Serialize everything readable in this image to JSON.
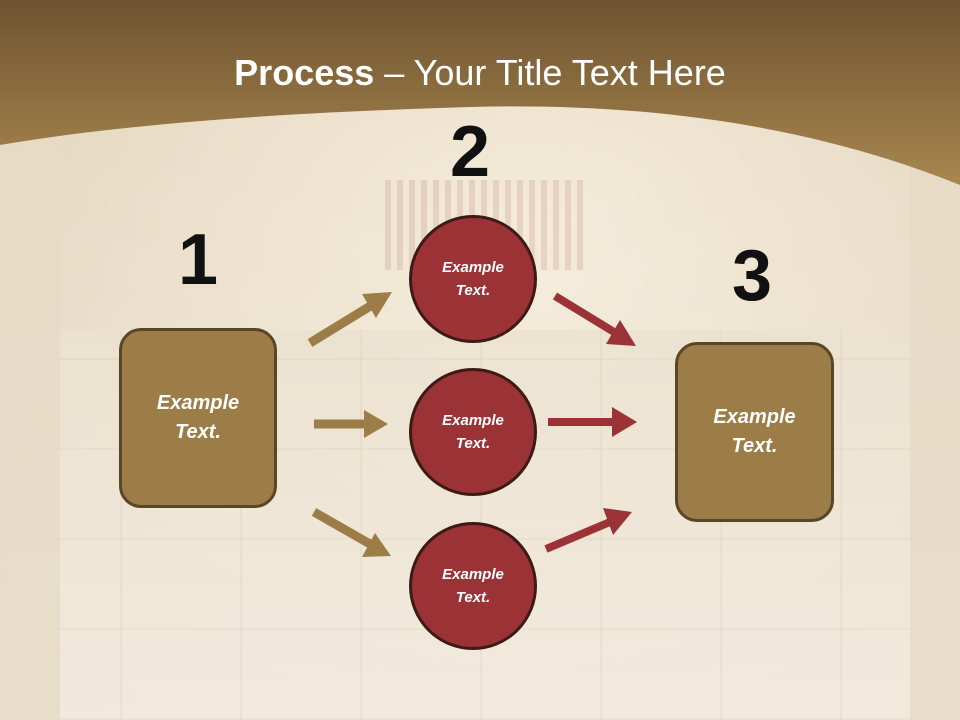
{
  "slide": {
    "title_bold": "Process",
    "title_rest": " – Your Title Text Here",
    "numbers": {
      "one": "1",
      "two": "2",
      "three": "3"
    },
    "left_box": {
      "line1": "Example",
      "line2": "Text."
    },
    "right_box": {
      "line1": "Example",
      "line2": "Text."
    },
    "circles": [
      {
        "line1": "Example",
        "line2": "Text."
      },
      {
        "line1": "Example",
        "line2": "Text."
      },
      {
        "line1": "Example",
        "line2": "Text."
      }
    ]
  },
  "colors": {
    "banner": "#8f6d3b",
    "box_fill": "#9c7d47",
    "circle_fill": "#9a3236",
    "tan_arrow": "#9c7d47",
    "red_arrow": "#9a3236"
  }
}
